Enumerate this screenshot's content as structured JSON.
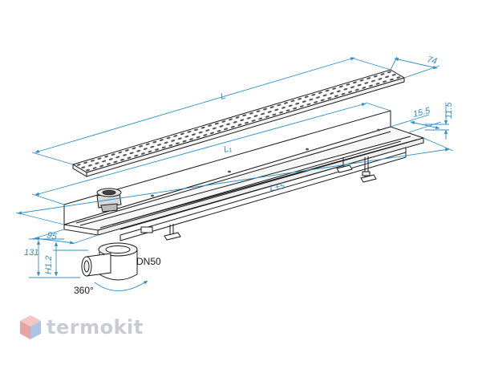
{
  "colors": {
    "line": "#1a1a1a",
    "dimension": "#2e8fc9",
    "hole": "#555555",
    "panel": "#f2f2f2",
    "brand_text": "#c8ccd2",
    "logo_red": "#e8a3a3",
    "logo_blue": "#a9c4e6",
    "logo_pink": "#f3c6c6"
  },
  "dimensions": {
    "grate_length": "L",
    "grate_width": "74",
    "channel_length": "L₁",
    "overall_length": "L+5",
    "rim_width": "15.5",
    "rim_height": "11.5",
    "side_width": "95",
    "total_height": "131",
    "adjust_height": "H1.2"
  },
  "outlet": {
    "size_label": "DN50",
    "rotation_label": "360°"
  },
  "brand": {
    "name": "termokit",
    "icon": "cube-logo-icon"
  }
}
